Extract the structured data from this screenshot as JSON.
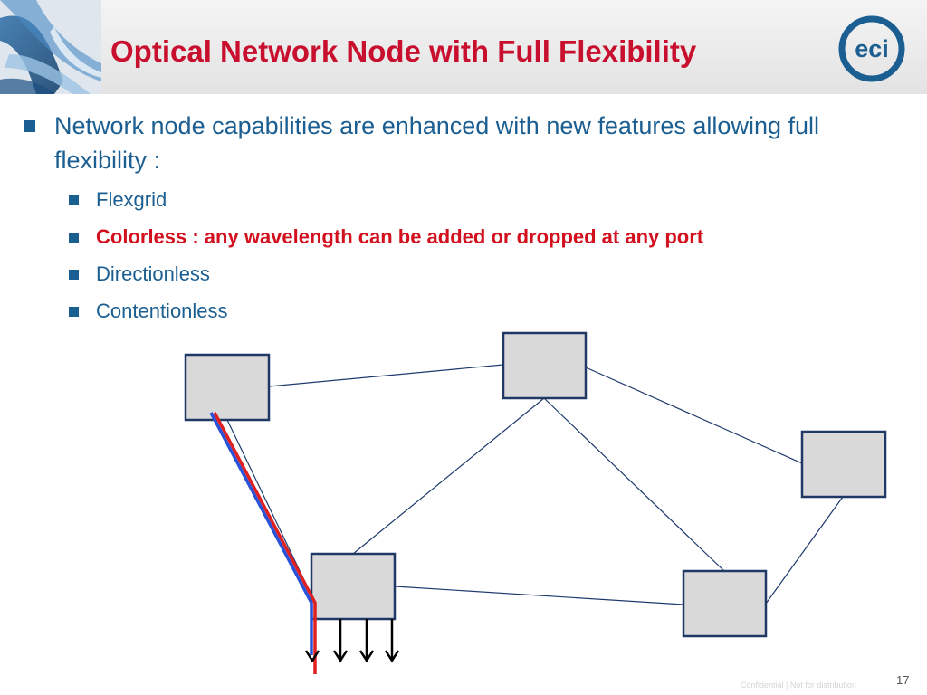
{
  "slide": {
    "title": "Optical Network Node with Full Flexibility",
    "logo_text": "eci",
    "page_number": "17",
    "footer_note": "Confidential | Not for distribution"
  },
  "bullets": {
    "main": "Network node capabilities are enhanced with new features allowing full flexibility :",
    "sub": [
      {
        "text": "Flexgrid",
        "highlight": false
      },
      {
        "text": "Colorless : any wavelength can be added or dropped at any port",
        "highlight": true
      },
      {
        "text": "Directionless",
        "highlight": false
      },
      {
        "text": "Contentionless",
        "highlight": false
      }
    ]
  },
  "colors": {
    "title": "#c8102e",
    "bullet_text": "#1b5e91",
    "highlight": "#d2101e",
    "node_fill": "#d9d9d9",
    "node_border": "#1f3864",
    "link": "#1f3a6e",
    "path_red": "#e02020",
    "path_blue": "#2a52d8",
    "logo": "#1b5e91"
  },
  "icons": {
    "bullet_marker": "square-bullet-icon",
    "logo": "eci-logo-icon",
    "drop_arrow": "arrow-down-icon"
  }
}
